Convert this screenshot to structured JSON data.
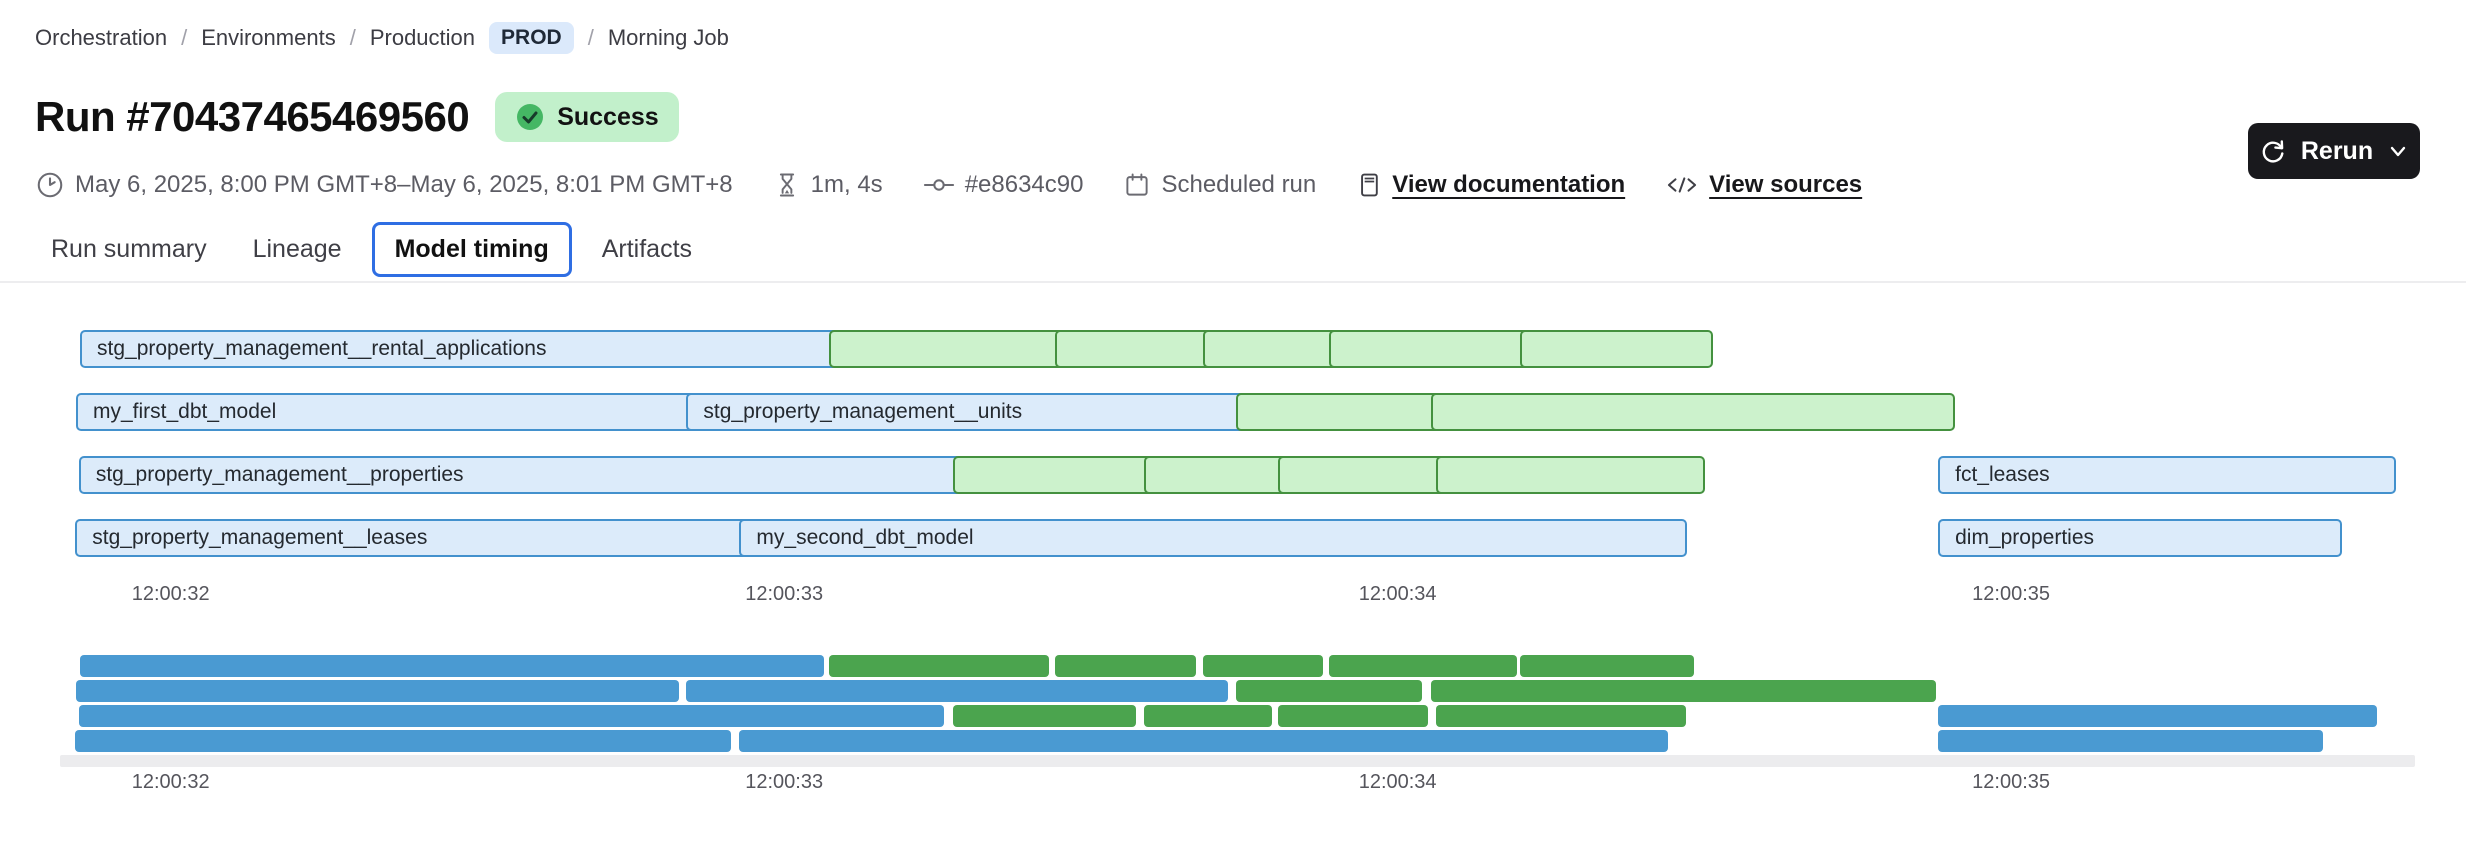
{
  "breadcrumb": {
    "separator": "/",
    "items": [
      {
        "label": "Orchestration"
      },
      {
        "label": "Environments"
      },
      {
        "label": "Production",
        "badge": "PROD"
      },
      {
        "label": "Morning Job"
      }
    ]
  },
  "header": {
    "title": "Run #70437465469560",
    "status_label": "Success",
    "rerun_label": "Rerun"
  },
  "meta": {
    "date_range": "May 6, 2025, 8:00 PM GMT+8–May 6, 2025, 8:01 PM GMT+8",
    "duration": "1m, 4s",
    "commit": "#e8634c90",
    "trigger": "Scheduled run",
    "doc_link": "View documentation",
    "sources_link": "View sources"
  },
  "tabs": [
    {
      "label": "Run summary",
      "active": false
    },
    {
      "label": "Lineage",
      "active": false
    },
    {
      "label": "Model timing",
      "active": true
    },
    {
      "label": "Artifacts",
      "active": false
    }
  ],
  "colors": {
    "bar_blue_fill": "#dcebfa",
    "bar_blue_border": "#4391cd",
    "bar_green_fill": "#ccf2cc",
    "bar_green_border": "#44913f",
    "minimap_blue": "#4a9ad2",
    "minimap_green": "#4ba44e",
    "accent_blue": "#2f6ee3",
    "success_bg": "#c2f0cb",
    "success_circle": "#45b764",
    "prod_badge_bg": "#dbe9fb",
    "rerun_bg": "#19191d"
  },
  "chart_data": {
    "type": "gantt",
    "title": "Model timing",
    "axis_ticks": [
      "12:00:32",
      "12:00:33",
      "12:00:34",
      "12:00:35"
    ],
    "tick_positions_pct": [
      4.7,
      30.75,
      56.8,
      82.85
    ],
    "rows": [
      [
        {
          "label": "stg_property_management__rental_applications",
          "color": "blue",
          "left_pct": 0.85,
          "width_pct": 31.6
        },
        {
          "label": "",
          "color": "green",
          "left_pct": 32.65,
          "width_pct": 9.35
        },
        {
          "label": "",
          "color": "green",
          "left_pct": 42.25,
          "width_pct": 6.0
        },
        {
          "label": "",
          "color": "green",
          "left_pct": 48.55,
          "width_pct": 5.1
        },
        {
          "label": "",
          "color": "green",
          "left_pct": 53.9,
          "width_pct": 7.95
        },
        {
          "label": "",
          "color": "green",
          "left_pct": 62.0,
          "width_pct": 7.4
        }
      ],
      [
        {
          "label": "my_first_dbt_model",
          "color": "blue",
          "left_pct": 0.68,
          "width_pct": 25.6
        },
        {
          "label": "stg_property_management__units",
          "color": "blue",
          "left_pct": 26.6,
          "width_pct": 23.0
        },
        {
          "label": "",
          "color": "green",
          "left_pct": 49.95,
          "width_pct": 7.9
        },
        {
          "label": "",
          "color": "green",
          "left_pct": 58.2,
          "width_pct": 21.45
        }
      ],
      [
        {
          "label": "stg_property_management__properties",
          "color": "blue",
          "left_pct": 0.8,
          "width_pct": 36.75
        },
        {
          "label": "",
          "color": "green",
          "left_pct": 37.9,
          "width_pct": 7.8
        },
        {
          "label": "",
          "color": "green",
          "left_pct": 46.05,
          "width_pct": 5.4
        },
        {
          "label": "",
          "color": "green",
          "left_pct": 51.7,
          "width_pct": 6.4
        },
        {
          "label": "",
          "color": "green",
          "left_pct": 58.45,
          "width_pct": 10.6
        },
        {
          "label": "fct_leases",
          "color": "blue",
          "left_pct": 79.75,
          "width_pct": 18.65
        }
      ],
      [
        {
          "label": "stg_property_management__leases",
          "color": "blue",
          "left_pct": 0.65,
          "width_pct": 27.85
        },
        {
          "label": "my_second_dbt_model",
          "color": "blue",
          "left_pct": 28.85,
          "width_pct": 39.45
        },
        {
          "label": "dim_properties",
          "color": "blue",
          "left_pct": 79.75,
          "width_pct": 16.35
        }
      ]
    ]
  }
}
